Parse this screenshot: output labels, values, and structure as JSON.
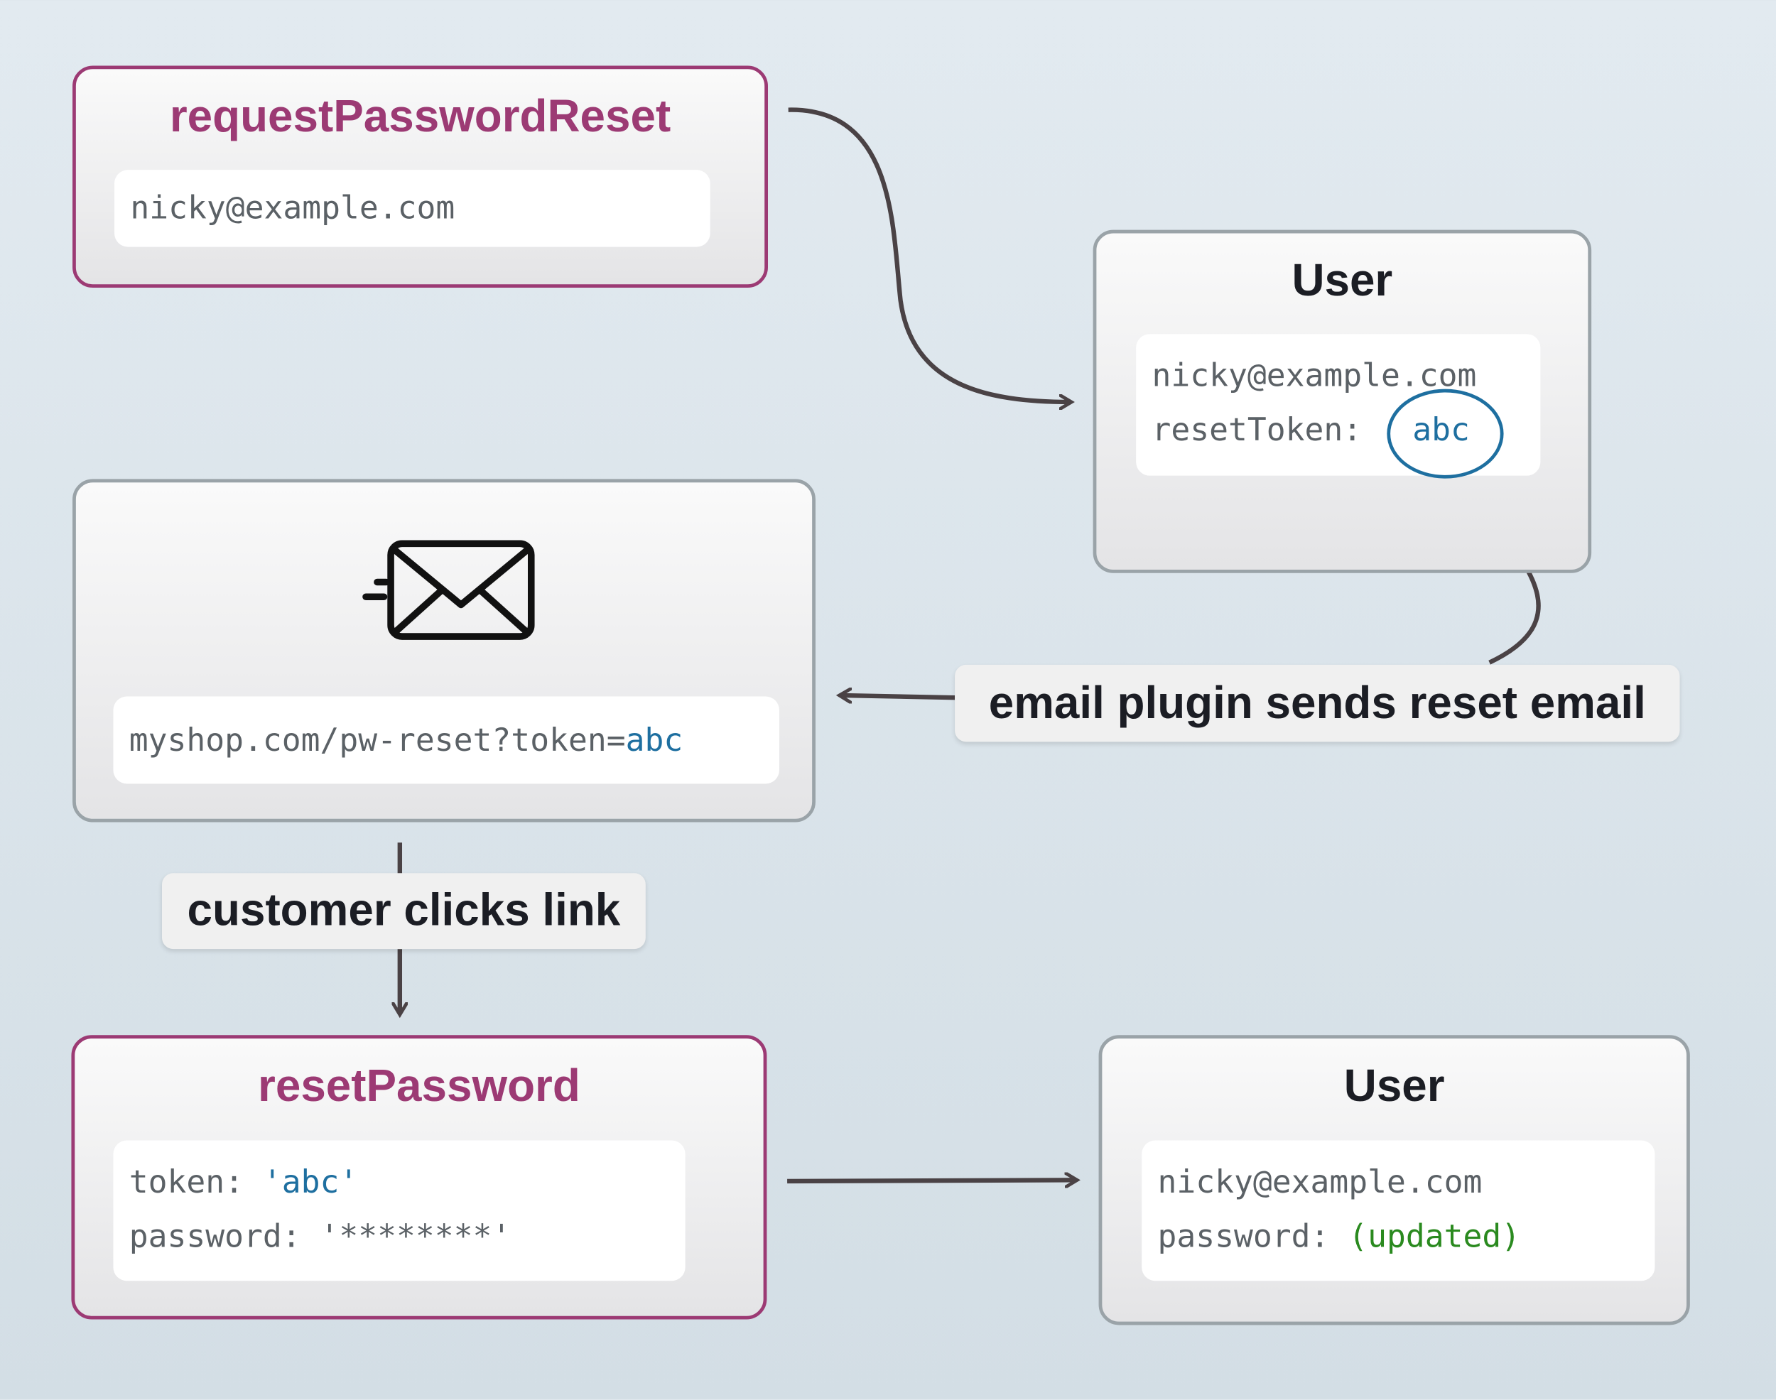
{
  "request_box": {
    "title": "requestPasswordReset",
    "email": "nicky@example.com"
  },
  "user_box_1": {
    "title": "User",
    "email": "nicky@example.com",
    "token_label": "resetToken:",
    "token_value": "abc"
  },
  "email_box": {
    "icon": "envelope-fast-icon",
    "link_prefix": "myshop.com/pw-reset?token=",
    "link_token": "abc"
  },
  "labels": {
    "email_plugin": "email plugin sends reset email",
    "customer_clicks": "customer clicks link"
  },
  "reset_box": {
    "title": "resetPassword",
    "token_key": "token: ",
    "token_value": "'abc'",
    "password_key": "password: ",
    "password_value": "'********'"
  },
  "user_box_2": {
    "title": "User",
    "email": "nicky@example.com",
    "password_key": "password: ",
    "password_value": "(updated)"
  },
  "colors": {
    "function_border": "#9c3a74",
    "entity_border": "#9aa3a8",
    "token": "#1e6fa0",
    "updated": "#2a8a1f",
    "arrow": "#4a4245"
  }
}
